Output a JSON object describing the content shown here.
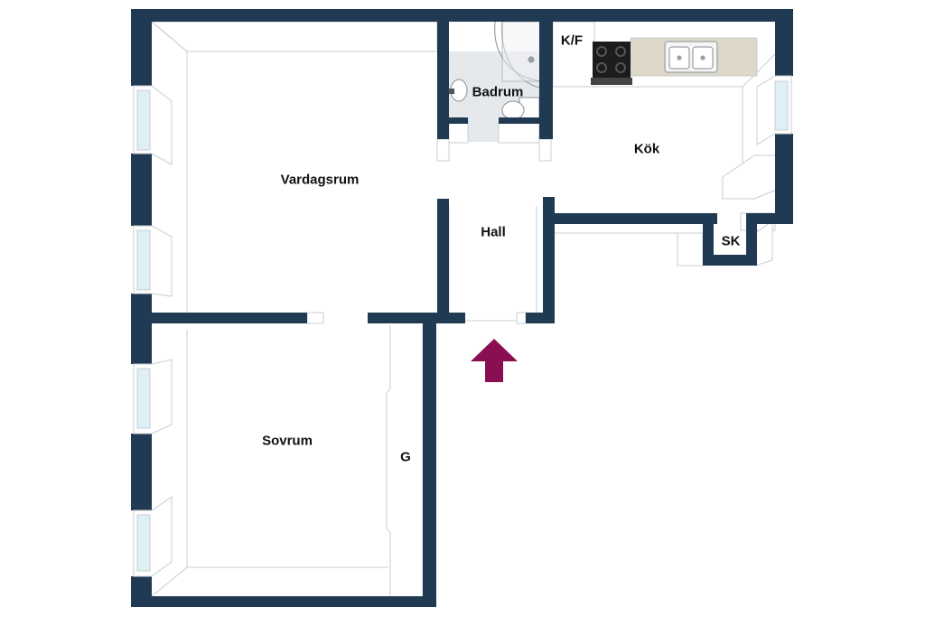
{
  "plan": {
    "rooms": [
      {
        "key": "vardagsrum",
        "label": "Vardagsrum"
      },
      {
        "key": "badrum",
        "label": "Badrum"
      },
      {
        "key": "kok",
        "label": "Kök"
      },
      {
        "key": "kf",
        "label": "K/F"
      },
      {
        "key": "hall",
        "label": "Hall"
      },
      {
        "key": "sk",
        "label": "SK"
      },
      {
        "key": "sovrum",
        "label": "Sovrum"
      },
      {
        "key": "g",
        "label": "G"
      }
    ],
    "colors": {
      "wall": "#1f3a52",
      "entrance_arrow": "#8a0f52",
      "counter": "#ddd8c8",
      "floor_line": "#c8cccf",
      "bathroom_floor": "#e6e9ec",
      "window_glass": "#dfeff7"
    },
    "icons": [
      "entrance-arrow-icon",
      "stove-icon",
      "sink-icon",
      "toilet-icon",
      "shower-icon",
      "basin-icon"
    ]
  }
}
